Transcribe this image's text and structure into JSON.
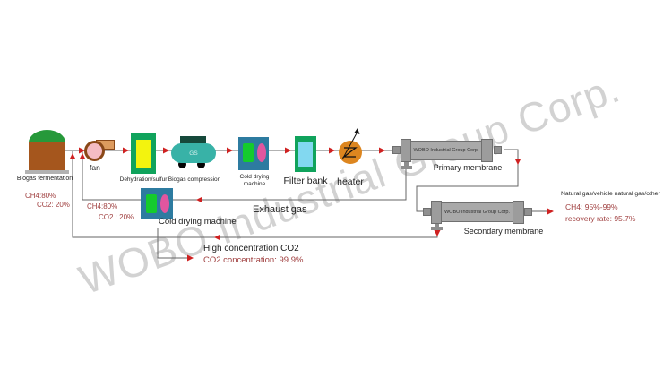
{
  "watermark": "WOBO Industrial Group Corp.",
  "nodes": {
    "fermentation": {
      "label": "Biogas fermentation",
      "ch4": "CH4:80%",
      "co2": "CO2:  20%"
    },
    "fan": {
      "label": "fan"
    },
    "dehydration": {
      "label": "Dehydration/sulfur"
    },
    "compression": {
      "label": "Biogas compression",
      "badge": "GS"
    },
    "cold_drying_1": {
      "label_line1": "Cold drying",
      "label_line2": "machine"
    },
    "filter_bank": {
      "label": "Filter bank"
    },
    "heater": {
      "label": "heater"
    },
    "primary_membrane": {
      "label": "Primary membrane",
      "body_text": "WOBO Industrial Group Corp."
    },
    "secondary_membrane": {
      "label": "Secondary membrane",
      "body_text": "WOBO Industrial Group Corp."
    },
    "cold_drying_2": {
      "label": "Cold drying machine",
      "ch4": "CH4:80%",
      "co2": "CO2 :  20%"
    }
  },
  "streams": {
    "exhaust": {
      "label": "Exhaust gas"
    },
    "product": {
      "title": "Natural gas/vehicle natural gas/other",
      "ch4": "CH4: 95%-99%",
      "recovery": "recovery rate: 95.7%"
    },
    "co2_out": {
      "title": "High concentration CO2",
      "concentration": "CO2 concentration: 99.9%"
    }
  },
  "colors": {
    "arrow_red": "#cf2121",
    "text_red": "#a04040",
    "line_gray": "#666666",
    "watermark_gray": "#c4c4c4"
  }
}
